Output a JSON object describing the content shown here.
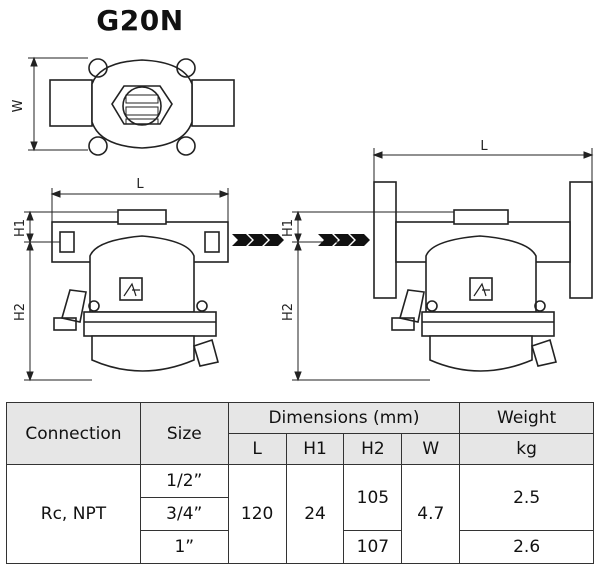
{
  "title": "G20N",
  "labels": {
    "W": "W",
    "L": "L",
    "H1": "H1",
    "H2": "H2"
  },
  "table": {
    "headers": {
      "connection": "Connection",
      "size": "Size",
      "dimensions": "Dimensions (mm)",
      "weight": "Weight",
      "L": "L",
      "H1": "H1",
      "H2": "H2",
      "W": "W",
      "kg": "kg"
    },
    "connection": "Rc, NPT",
    "sizes": [
      "1/2”",
      "3/4”",
      "1”"
    ],
    "L": "120",
    "H1": "24",
    "H2": [
      "105",
      "107"
    ],
    "W": "4.7",
    "weight": [
      "2.5",
      "2.6"
    ]
  }
}
